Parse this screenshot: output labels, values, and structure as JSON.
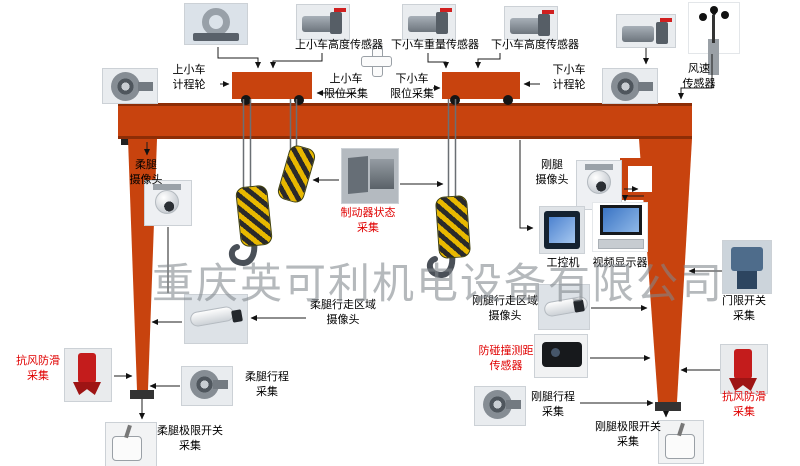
{
  "watermark": "重庆英可利机电设备有限公司",
  "colors": {
    "crane_structure": "#c8430e",
    "label_text": "#000000",
    "alert_text": "#e00000",
    "hook_stripe_yellow": "#e8b800",
    "hook_stripe_black": "#2a2a2a",
    "watermark_gray": "#81878d"
  },
  "labels": {
    "upper_trolley_height_sensor": "上小车高度传感器",
    "lower_trolley_weight_sensor": "下小车重量传感器",
    "lower_trolley_height_sensor": "下小车高度传感器",
    "wind_speed_sensor": "风速\n传感器",
    "upper_trolley_odometer": "上小车\n计程轮",
    "upper_trolley_limit": "上小车\n限位采集",
    "lower_trolley_limit": "下小车\n限位采集",
    "lower_trolley_odometer": "下小车\n计程轮",
    "flexible_leg_camera": "柔腿\n摄像头",
    "brake_status": "制动器状态\n采集",
    "rigid_leg_camera": "刚腿\n摄像头",
    "industrial_pc": "工控机",
    "video_display": "视频显示器",
    "door_limit_switch": "门限开关\n采集",
    "flexible_leg_area_camera": "柔腿行走区域\n摄像头",
    "flexible_leg_travel": "柔腿行程\n采集",
    "anti_wind_left": "抗风防滑\n采集",
    "flexible_leg_limit_switch": "柔腿极限开关\n采集",
    "rigid_leg_area_camera": "刚腿行走区域\n摄像头",
    "anti_collision_sensor": "防碰撞测距\n传感器",
    "rigid_leg_travel": "刚腿行程\n采集",
    "rigid_leg_limit_switch": "刚腿极限开关\n采集",
    "anti_wind_right": "抗风防滑\n采集"
  },
  "icons": {
    "load-ring-sensor-photo": "steel-ring-on-base",
    "motor-sensor-photo": "gray-motor-cylinder",
    "anemometer-photo": "three-cup-wind-sensor",
    "odometer-wheel-photo": "measuring-wheel",
    "cross-limit-switch-photo": "white-cross-switch",
    "dome-camera-photo": "ptz-dome-camera",
    "bullet-camera-photo": "white-bullet-camera",
    "brake-photo": "brake-machinery",
    "industrial-pc-photo": "touch-panel-pc",
    "monitor-photo": "monitor-with-keyboard",
    "door-limit-device-photo": "door-limit-device",
    "anti-collision-sensor-photo": "black-ranging-sensor",
    "rail-clamp-photo": "red-anti-wind-rail-clamp",
    "limit-switch-box-photo": "lever-limit-switch",
    "hook-block": "yellow-black-striped-pulley"
  }
}
